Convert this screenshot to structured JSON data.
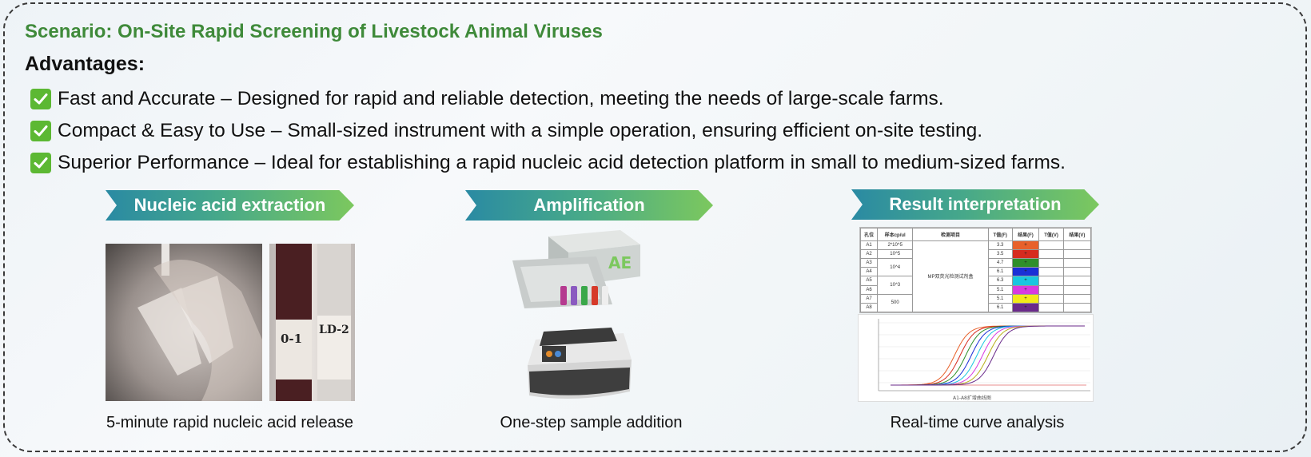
{
  "title": "Scenario: On-Site Rapid Screening of Livestock Animal Viruses",
  "advantages_heading": "Advantages:",
  "advantages": [
    "Fast and Accurate – Designed for rapid and reliable detection, meeting the needs of large-scale farms.",
    "Compact & Easy to Use – Small-sized instrument with a simple operation, ensuring efficient on-site testing.",
    "Superior Performance – Ideal for establishing a rapid nucleic acid detection platform in small to medium-sized farms."
  ],
  "stages": [
    {
      "label": "Nucleic acid extraction",
      "caption": "5-minute rapid nucleic acid release"
    },
    {
      "label": "Amplification",
      "caption": "One-step sample addition"
    },
    {
      "label": "Result interpretation",
      "caption": "Real-time curve analysis"
    }
  ],
  "photos": {
    "vial_left_label": "0-1",
    "vial_right_label": "LD-2"
  },
  "results_table": {
    "headers": [
      "孔位",
      "样本cp/ul",
      "检测项目",
      "T值(F)",
      "结果(F)",
      "T值(V)",
      "结果(V)"
    ],
    "wells": [
      "A1",
      "A2",
      "A3",
      "A4",
      "A5",
      "A6",
      "A7",
      "A8"
    ],
    "samples": [
      "2*10^5",
      "10^5",
      "10^4",
      "10^3",
      "500"
    ],
    "test_item": "MP双荧光检测试剂盒",
    "t_values": [
      "3.3",
      "3.5",
      "4.7",
      "6.1",
      "6.3",
      "5.1",
      "5.1",
      "6.1"
    ],
    "result_colors": [
      "#e8612a",
      "#d62b1f",
      "#2f8f2a",
      "#1a2fd6",
      "#19c6e0",
      "#d83ae0",
      "#f2ea1a",
      "#6a2a8a"
    ],
    "result_symbol": "+",
    "chart_title": "A1-A8扩增曲线图"
  },
  "curve_colors": [
    "#e8612a",
    "#d62b1f",
    "#2f8f2a",
    "#1a2fd6",
    "#19c6e0",
    "#d83ae0",
    "#b8b01a",
    "#6a2a8a"
  ]
}
